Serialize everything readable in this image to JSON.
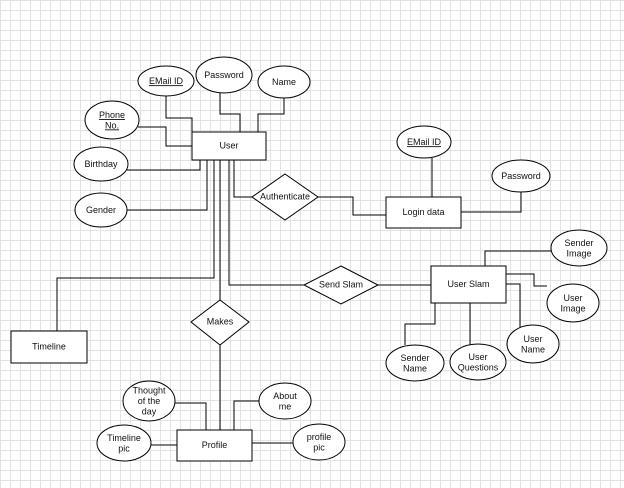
{
  "entities": {
    "user": "User",
    "login_data": "Login data",
    "user_slam": "User Slam",
    "timeline": "Timeline",
    "profile": "Profile"
  },
  "relationships": {
    "authenticate": "Authenticate",
    "send_slam": "Send Slam",
    "makes": "Makes"
  },
  "attributes": {
    "user_email": [
      "EMail ID"
    ],
    "user_password": [
      "Password"
    ],
    "user_name": [
      "Name"
    ],
    "user_phone": [
      "Phone",
      "No."
    ],
    "user_birthday": [
      "Birthday"
    ],
    "user_gender": [
      "Gender"
    ],
    "login_email": [
      "EMail ID"
    ],
    "login_password": [
      "Password"
    ],
    "slam_sender_image": [
      "Sender",
      "Image"
    ],
    "slam_user_image": [
      "User",
      "Image"
    ],
    "slam_user_name": [
      "User",
      "Name"
    ],
    "slam_user_questions": [
      "User",
      "Questions"
    ],
    "slam_sender_name": [
      "Sender",
      "Name"
    ],
    "profile_thought": [
      "Thought",
      "of the",
      "day"
    ],
    "profile_about": [
      "About",
      "me"
    ],
    "profile_timeline_pic": [
      "Timeline",
      "pic"
    ],
    "profile_pic": [
      "profile",
      "pic"
    ]
  },
  "primary_keys": [
    "user_email",
    "user_phone",
    "login_email"
  ],
  "colors": {
    "stroke": "#000000",
    "fill": "#ffffff",
    "grid": "#e3e3e3"
  }
}
